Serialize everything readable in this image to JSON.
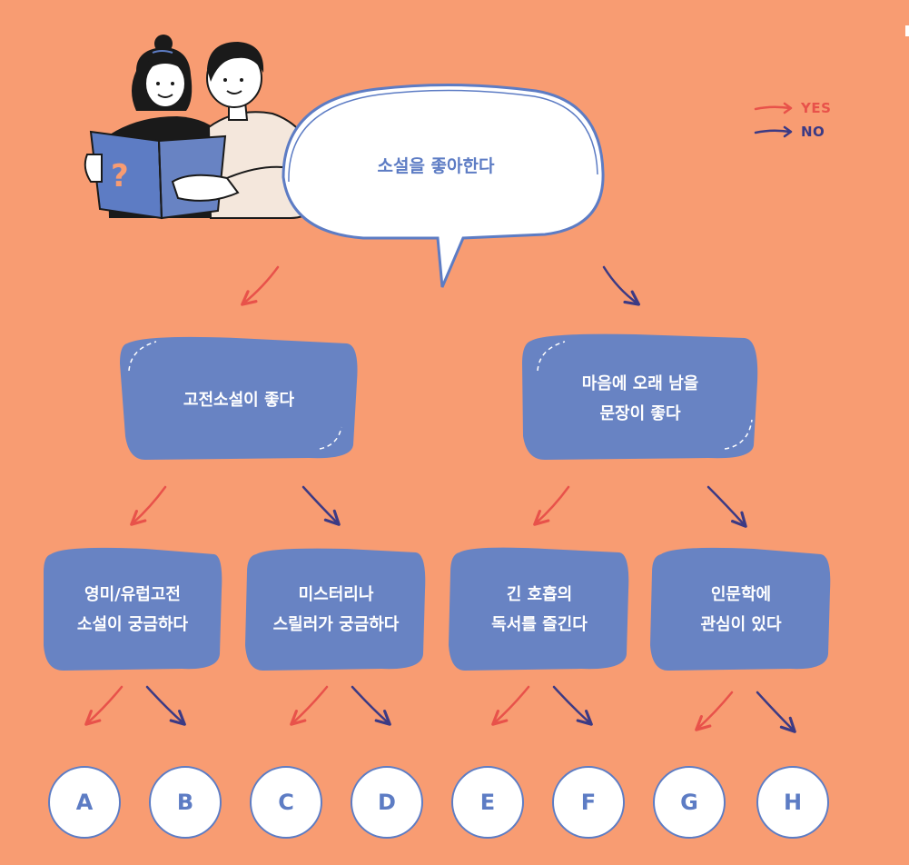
{
  "legend": {
    "yes": "YES",
    "no": "NO"
  },
  "colors": {
    "background": "#F89C72",
    "box": "#6883C3",
    "yes_arrow": "#E8524A",
    "no_arrow": "#3C3A84",
    "bubble_text": "#5D7CC4"
  },
  "illustration": "two-people-reading-book-icon",
  "root": {
    "line1": "소설을 좋아한다"
  },
  "level1": {
    "left": {
      "line1": "고전소설이 좋다"
    },
    "right": {
      "line1": "마음에 오래 남을",
      "line2": "문장이 좋다"
    }
  },
  "level2": {
    "a": {
      "line1": "영미/유럽고전",
      "line2": "소설이 궁금하다"
    },
    "b": {
      "line1": "미스터리나",
      "line2": "스릴러가 궁금하다"
    },
    "c": {
      "line1": "긴 호흡의",
      "line2": "독서를 즐긴다"
    },
    "d": {
      "line1": "인문학에",
      "line2": "관심이 있다"
    }
  },
  "answers": [
    "A",
    "B",
    "C",
    "D",
    "E",
    "F",
    "G",
    "H"
  ]
}
